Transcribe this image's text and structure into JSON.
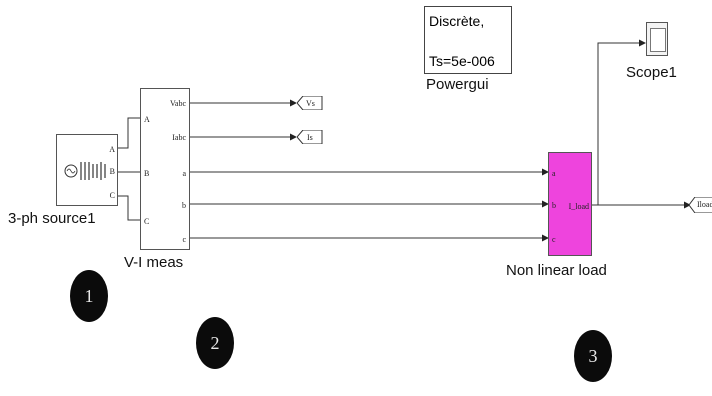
{
  "powergui": {
    "line1": "Discrète,",
    "line2": "Ts=5e-006",
    "label": "Powergui"
  },
  "scope": {
    "label": "Scope1"
  },
  "source": {
    "label": "3-ph source1",
    "ports": [
      "A",
      "B",
      "C"
    ]
  },
  "vi_meas": {
    "label": "V-I meas",
    "in_ports": [
      "A",
      "B",
      "C"
    ],
    "out_ports": [
      "Vabc",
      "Iabc",
      "a",
      "b",
      "c"
    ]
  },
  "goto_tags": {
    "vs": "Vs",
    "is": "Is",
    "iload": "Iload"
  },
  "load": {
    "label": "Non linear load",
    "ports": [
      "a",
      "b",
      "c"
    ],
    "out_port": "I_load",
    "color": "#ee44dd"
  },
  "markers": [
    "1",
    "2",
    "3"
  ]
}
